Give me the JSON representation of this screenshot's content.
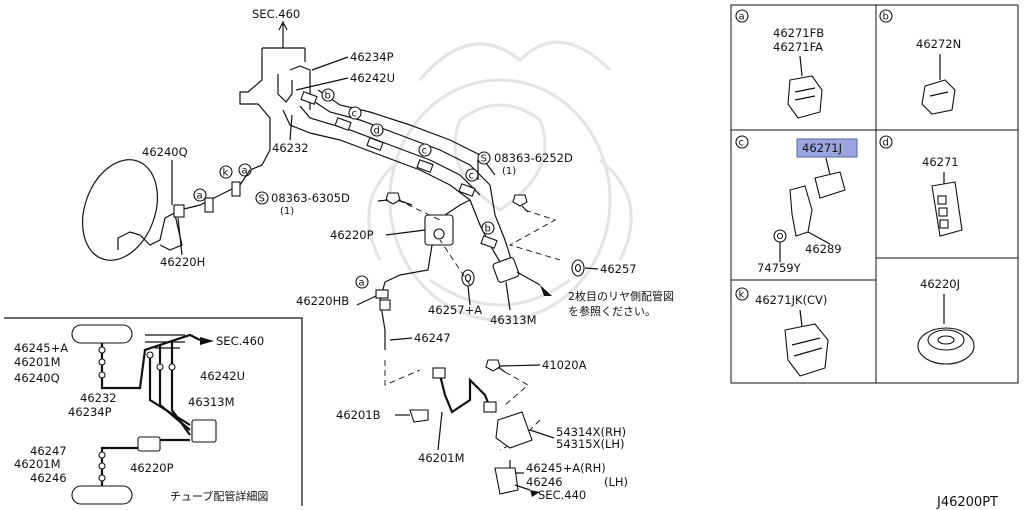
{
  "diagram_code": "J46200PT",
  "main": {
    "sec460_top": "SEC.460",
    "p46234P": "46234P",
    "p46242U": "46242U",
    "p46240Q": "46240Q",
    "p46232": "46232",
    "bolt1": "08363-6305D",
    "bolt1_qty": "(1)",
    "bolt2": "08363-6252D",
    "bolt2_qty": "(1)",
    "p46220P": "46220P",
    "p46220H": "46220H",
    "p46220HB": "46220HB",
    "p46257A": "46257+A",
    "p46313M": "46313M",
    "p46257": "46257",
    "p46247": "46247",
    "p41020A": "41020A",
    "p46201B": "46201B",
    "p46201M": "46201M",
    "p54314X": "54314X(RH)",
    "p54315X": "54315X(LH)",
    "p46245A": "46245+A(RH)",
    "p46246": "46246",
    "p46246_side": "(LH)",
    "sec440": "SEC.440",
    "note_line1": "2枚目のリヤ側配管図",
    "note_line2": "を参照ください。",
    "marks": [
      "a",
      "b",
      "c",
      "d",
      "c",
      "c",
      "b",
      "a",
      "k",
      "a"
    ]
  },
  "detail": {
    "caption": "チューブ配管詳細図",
    "sec460": "SEC.460",
    "labels": [
      "46245+A",
      "46201M",
      "46240Q",
      "46232",
      "46234P",
      "46313M",
      "46242U",
      "46247",
      "46201M",
      "46246",
      "46220P"
    ]
  },
  "panels": [
    {
      "mark": "a",
      "parts": [
        "46271FB",
        "46271FA"
      ]
    },
    {
      "mark": "b",
      "parts": [
        "46272N"
      ]
    },
    {
      "mark": "c",
      "parts": [
        "46271J",
        "46289",
        "74759Y"
      ],
      "highlight": "46271J",
      "highlight_color": "#9aa6dd"
    },
    {
      "mark": "d",
      "parts": [
        "46271"
      ]
    },
    {
      "mark": "",
      "parts": [
        "46220J"
      ]
    },
    {
      "mark": "k",
      "parts": [
        "46271JK(CV)"
      ]
    }
  ]
}
